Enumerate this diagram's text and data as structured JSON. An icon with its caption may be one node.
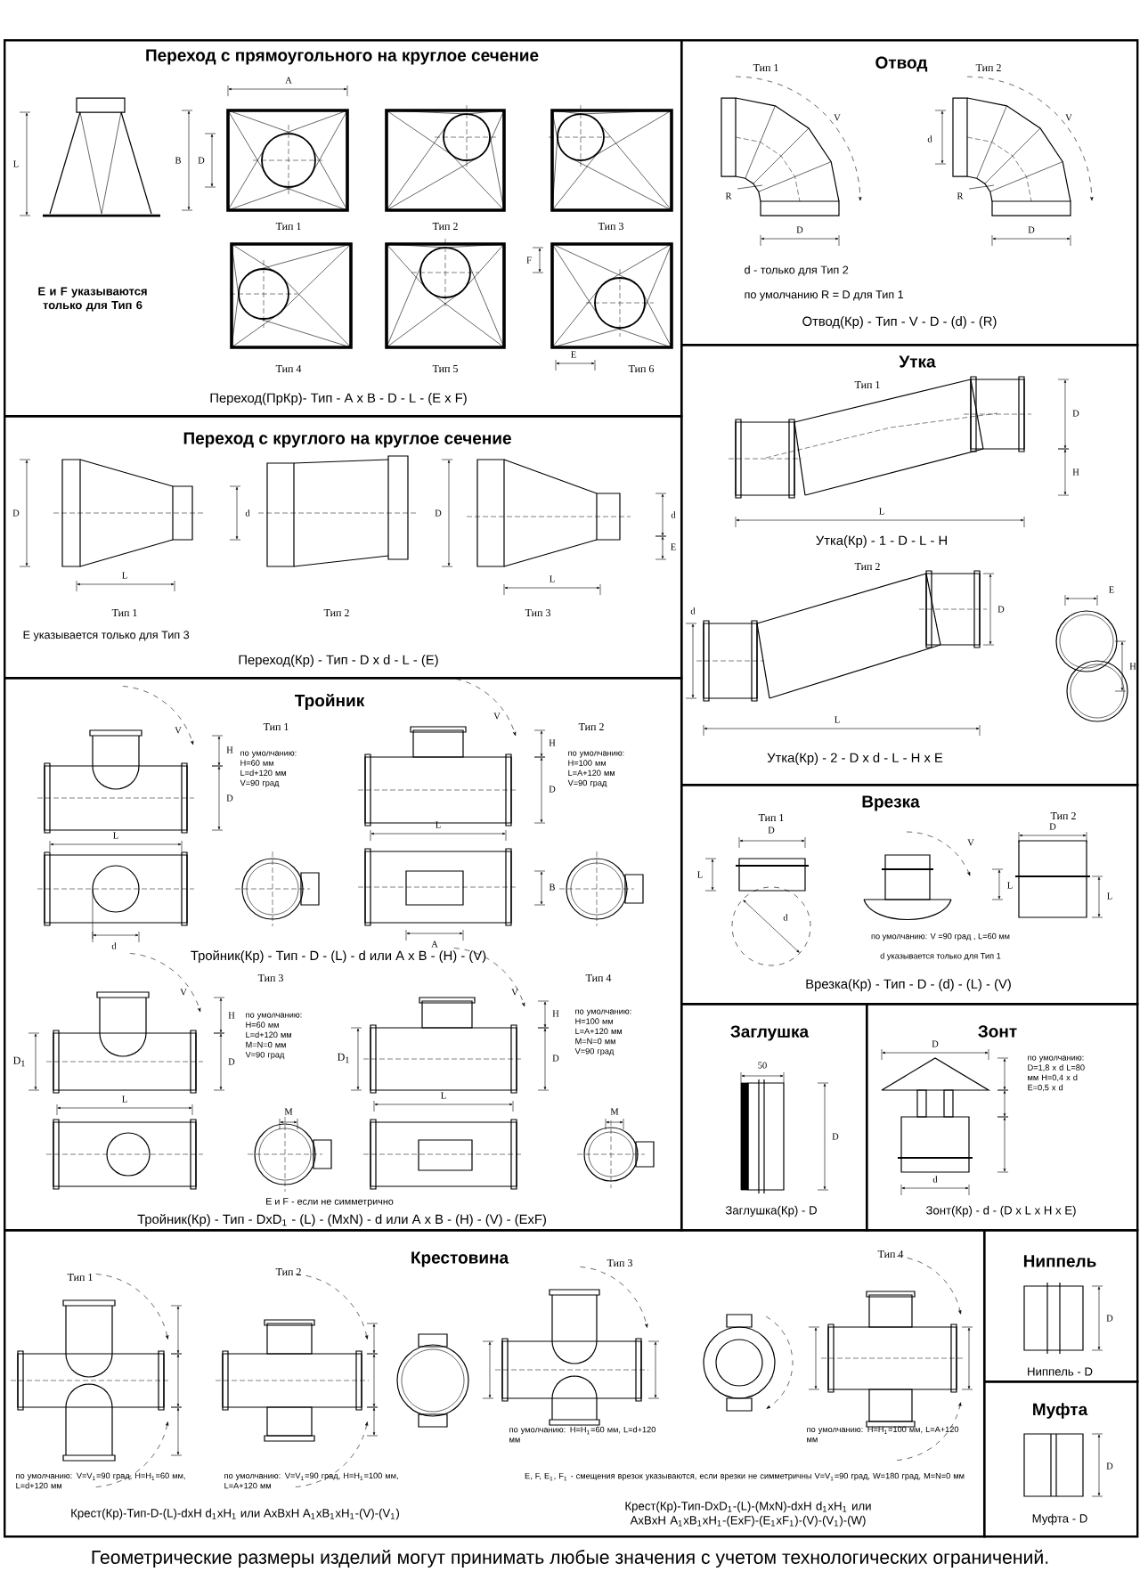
{
  "diagram": {
    "caption": "Геометрические размеры изделий могут принимать любые значения с учетом технологических ограничений.",
    "nodes": [
      {
        "text": [
          "Переход с прямоугольного на круглое сечение",
          "E и F указываются только для Тип 6",
          "Переход(ПрКр)- Тип - A x B - D - L - (E x F)"
        ]
      },
      {
        "text": [
          "Отвод",
          "d - только для Тип 2",
          "по умолчанию R = D для Тип 1",
          "Отвод(Кр) - Тип - V - D - (d) - (R)"
        ]
      },
      {
        "text": [
          "Утка",
          "Утка(Кр) - 1 - D - L - H",
          "Утка(Кр) - 2 - D x d - L - H x E"
        ]
      },
      {
        "text": [
          "Переход с круглого на круглое сечение",
          "E указывается только для Тип 3",
          "Переход(Кр) - Тип - D x d - L - (E)"
        ]
      },
      {
        "text": [
          "Тройник",
          "по умолчанию: H=60 мм L=d+120 мм V=90 град",
          "по умолчанию: H=100 мм L=A+120 мм V=90 град",
          "Тройник(Кр) - Тип - D - (L) - d или A x B - (H) - (V)",
          "по умолчанию: H=60 мм L=d+120 мм M=N=0 мм V=90 град",
          "по умолчанию: H=100 мм L=A+120 мм M=N=0 мм V=90 град",
          "E и F - если не симметрично",
          "Тройник(Кр) - Тип - DxD$_{1}$ - (L) - (MxN) - d или A x B - (H) - (V) - (ExF)"
        ]
      },
      {
        "text": [
          "Врезка",
          "по умолчанию: V =90 град , L=60 мм",
          "d указывается только для Тип 1",
          "Врезка(Кр) - Тип - D - (d) - (L) - (V)"
        ]
      },
      {
        "text": [
          "Заглушка",
          "Заглушка(Кр) - D"
        ]
      },
      {
        "text": [
          "Зонт",
          "по умолчанию: D=1,8 x d L=80 мм H=0,4 x d E=0,5 x d",
          "Зонт(Кр) - d - (D x L x H x E)"
        ]
      },
      {
        "text": [
          "Крестовина",
          "по умолчанию: V=V$_{1}$=90 град, H=H$_{1}$=60 мм, L=d+120 мм",
          "по умолчанию: V=V$_{1}$=90 град, H=H$_{1}$=100 мм, L=A+120 мм",
          "по умолчанию: H=H$_{1}$=60 мм, L=d+120 мм",
          "по умолчанию: H=H$_{1}$=100 мм, L=A+120 мм",
          "E, F, E$_{1}$, F$_{1}$ - смещения врезок указываются, если врезки не симметричны V=V$_{1}$=90 град, W=180 град, M=N=0 мм",
          "Крест(Кр)-Тип-D-(L)-dxH d$_{1}$xH$_{1}$ или AxBxH A$_{1}$xB$_{1}$xH$_{1}$-(V)-(V$_{1}$)",
          "Крест(Кр)-Тип-DxD$_{1}$-(L)-(MxN)-dxH d$_{1}$xH$_{1}$ или AxBxH A$_{1}$xB$_{1}$xH$_{1}$-(ExF)-(E$_{1}$xF$_{1}$)-(V)-(V$_{1}$)-(W)"
        ]
      },
      {
        "text": [
          "Ниппель",
          "Ниппель - D"
        ]
      },
      {
        "text": [
          "Муфта",
          "Муфта - D"
        ]
      }
    ],
    "labels": [
      "L",
      "A",
      "B",
      "D",
      "Тип 1",
      "Тип 2",
      "Тип 3",
      "Тип 4",
      "Тип 5",
      "F",
      "E",
      "Тип 6",
      "Тип 1",
      "Тип 2",
      "V",
      "V",
      "R",
      "R",
      "D",
      "D",
      "d",
      "Тип 1",
      "D",
      "H",
      "L",
      "Тип 2",
      "d",
      "D",
      "E",
      "H",
      "L",
      "D",
      "d",
      "L",
      "Тип 1",
      "Тип 2",
      "Тип 3",
      "D",
      "d",
      "E",
      "L",
      "Тип 1",
      "V",
      "H",
      "D",
      "L",
      "d",
      "Тип 2",
      "V",
      "H",
      "D",
      "L",
      "B",
      "A",
      "Тип 3",
      "V",
      "D$_{1}$",
      "H",
      "D",
      "L",
      "M",
      "Тип 4",
      "V",
      "D$_{1}$",
      "H",
      "D",
      "L",
      "M",
      "Тип 1",
      "D",
      "L",
      "d",
      "V",
      "L",
      "Тип 2",
      "D",
      "L",
      "50",
      "D",
      "D",
      "d",
      "Тип 1",
      "Тип 2",
      "Тип 3",
      "Тип 4",
      "D",
      "D"
    ]
  }
}
